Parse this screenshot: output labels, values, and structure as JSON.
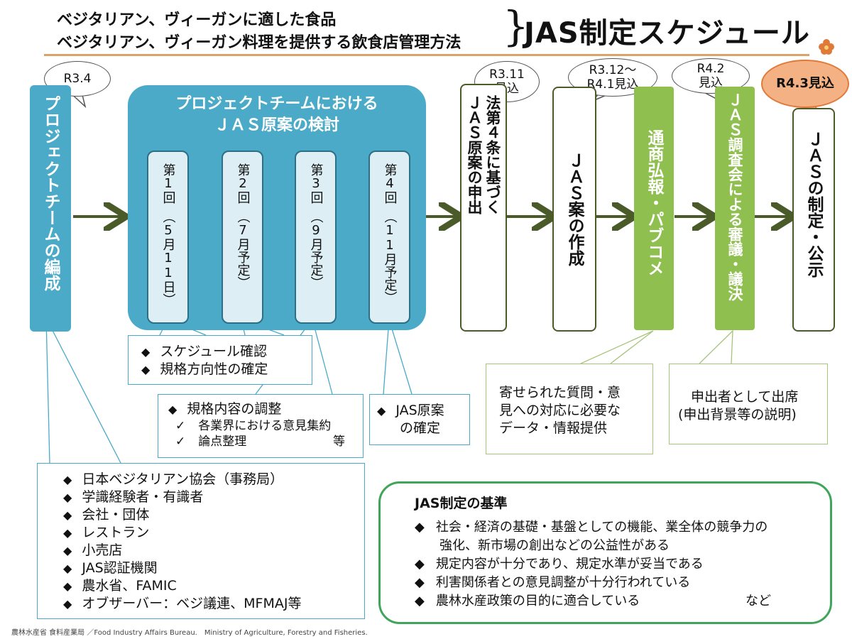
{
  "header": {
    "subtitle_1": "ベジタリアン、ヴィーガンに適した食品",
    "subtitle_2": "ベジタリアン、ヴィーガン料理を提供する飲食店管理方法",
    "brace": "}",
    "title": "JAS制定スケジュール"
  },
  "bubbles": {
    "b1": "R3.4",
    "b2_line1": "R3.11",
    "b2_line2": "見込",
    "b3_line1": "R3.12～",
    "b3_line2": "R4.1見込",
    "b4_line1": "R4.2",
    "b4_line2": "見込",
    "b5": "R4.3見込"
  },
  "steps": {
    "team_formation": "プロジェクトチームの編成",
    "project_review_line1": "プロジェクトチームにおける",
    "project_review_line2": "ＪＡＳ原案の検討",
    "sessions": [
      "第1回　（5月11日）",
      "第2回　（7月予定）",
      "第3回　（9月予定）",
      "第4回　（11月予定）"
    ],
    "proposal_line1": "法第４条に基づく",
    "proposal_line2": "ＪＡＳ原案の申出",
    "draft": "ＪＡＳ案の作成",
    "notice": "通商弘報・パブコメ",
    "council": "ＪＡＳ調査会による審議・議決",
    "enactment": "ＪＡＳの制定・公示"
  },
  "callouts": {
    "schedule": [
      "スケジュール確認",
      "規格方向性の確定"
    ],
    "adjust_title": "規格内容の調整",
    "adjust_checks": [
      "各業界における意見集約",
      "論点整理"
    ],
    "adjust_etc": "等",
    "final_line1": "JAS原案",
    "final_line2": "の確定",
    "data_line1": "寄せられた質問・意",
    "data_line2": "見への対応に必要な",
    "data_line3": "データ・情報提供",
    "attend_line1": "申出者として出席",
    "attend_line2": "(申出背景等の説明)",
    "members": [
      "日本ベジタリアン協会（事務局）",
      "学識経験者・有識者",
      "会社・団体",
      "レストラン",
      "小売店",
      "JAS認証機関",
      "農水省、FAMIC",
      "オブザーバー：ベジ議連、MFMAJ等"
    ]
  },
  "criteria": {
    "heading": "JAS制定の基準",
    "items": [
      "社会・経済の基礎・基盤としての機能、業全体の競争力の",
      "強化、新市場の創出などの公益性がある",
      "規定内容が十分であり、規定水準が妥当である",
      "利害関係者との意見調整が十分行われている",
      "農林水産政策の目的に適合している"
    ],
    "etc": "など"
  },
  "footer": "農林水産省 食料産業局 ／Food Industry Affairs Bureau.　Ministry of Agriculture, Forestry and Fisheries.",
  "colors": {
    "blue": "#4aaac8",
    "green": "#8fbf4e",
    "olive_arrow": "#4a5a28",
    "orange_bubble": "#f4b183",
    "criteria_border": "#3fa55a",
    "header_rule": "#d9a36a"
  }
}
